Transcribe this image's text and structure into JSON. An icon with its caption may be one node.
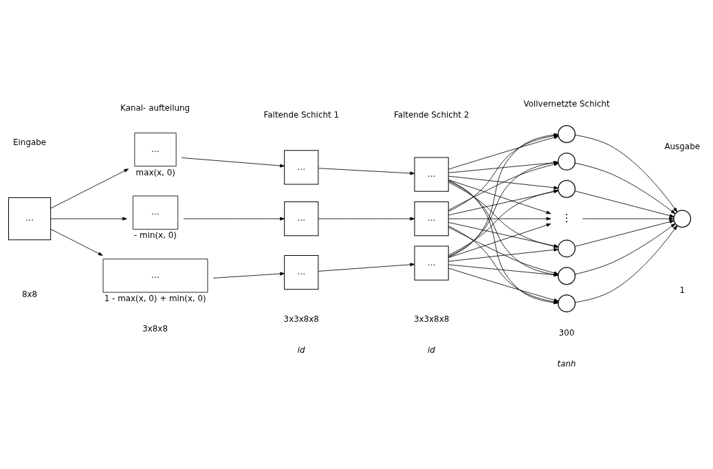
{
  "diagram": {
    "nodes": [
      {
        "text": [
          "…"
        ]
      },
      {
        "text": [
          "…"
        ],
        "beside": [
          "max(x, 0)"
        ]
      },
      {
        "text": [
          "…"
        ],
        "beside": [
          "- min(x, 0)"
        ]
      },
      {
        "text": [
          "…"
        ],
        "beside": [
          "1 - max(x, 0) + min(x, 0)"
        ]
      },
      {
        "text": [
          "…"
        ]
      },
      {
        "text": [
          "…"
        ]
      },
      {
        "text": [
          "…"
        ]
      },
      {
        "text": [
          "…"
        ]
      },
      {
        "text": [
          "…"
        ]
      },
      {
        "text": [
          "…"
        ]
      },
      {
        "text": [],
        "shape": "circle"
      },
      {
        "text": [],
        "shape": "circle"
      },
      {
        "text": [],
        "shape": "circle"
      },
      {
        "text": [
          "⋮"
        ]
      },
      {
        "text": [],
        "shape": "circle"
      },
      {
        "text": [],
        "shape": "circle"
      },
      {
        "text": [],
        "shape": "circle"
      },
      {
        "text": [],
        "shape": "circle"
      }
    ],
    "edges": [
      {
        "from": 0,
        "to": 1,
        "arrow": "to"
      },
      {
        "from": 0,
        "to": 2,
        "arrow": "to"
      },
      {
        "from": 0,
        "to": 3,
        "arrow": "to"
      },
      {
        "from": 1,
        "to": 4,
        "arrow": "to"
      },
      {
        "from": 2,
        "to": 5,
        "arrow": "to"
      },
      {
        "from": 3,
        "to": 6,
        "arrow": "to"
      },
      {
        "from": 4,
        "to": 7,
        "arrow": "to"
      },
      {
        "from": 5,
        "to": 8,
        "arrow": "to"
      },
      {
        "from": 6,
        "to": 9,
        "arrow": "to"
      },
      {
        "from": 7,
        "to": 10,
        "arrow": "to"
      },
      {
        "from": 7,
        "to": 11,
        "arrow": "to"
      },
      {
        "from": 7,
        "to": 12,
        "arrow": "to"
      },
      {
        "from": 7,
        "to": 13,
        "arrow": "to"
      },
      {
        "from": 7,
        "to": 14,
        "arrow": "to"
      },
      {
        "from": 7,
        "to": 15,
        "arrow": "to"
      },
      {
        "from": 7,
        "to": 16,
        "arrow": "to"
      },
      {
        "from": 8,
        "to": 10,
        "arrow": "to"
      },
      {
        "from": 8,
        "to": 11,
        "arrow": "to"
      },
      {
        "from": 8,
        "to": 12,
        "arrow": "to"
      },
      {
        "from": 8,
        "to": 13,
        "arrow": "to"
      },
      {
        "from": 8,
        "to": 14,
        "arrow": "to"
      },
      {
        "from": 8,
        "to": 15,
        "arrow": "to"
      },
      {
        "from": 8,
        "to": 16,
        "arrow": "to"
      },
      {
        "from": 9,
        "to": 10,
        "arrow": "to"
      },
      {
        "from": 9,
        "to": 11,
        "arrow": "to"
      },
      {
        "from": 9,
        "to": 12,
        "arrow": "to"
      },
      {
        "from": 9,
        "to": 13,
        "arrow": "to"
      },
      {
        "from": 9,
        "to": 14,
        "arrow": "to"
      },
      {
        "from": 9,
        "to": 15,
        "arrow": "to"
      },
      {
        "from": 9,
        "to": 16,
        "arrow": "to"
      },
      {
        "from": 10,
        "to": 17,
        "arrow": "to"
      },
      {
        "from": 11,
        "to": 17,
        "arrow": "to"
      },
      {
        "from": 12,
        "to": 17,
        "arrow": "to"
      },
      {
        "from": 13,
        "to": 17,
        "arrow": "to"
      },
      {
        "from": 14,
        "to": 17,
        "arrow": "to"
      },
      {
        "from": 15,
        "to": 17,
        "arrow": "to"
      },
      {
        "from": 16,
        "to": 17,
        "arrow": "to"
      }
    ],
    "labels": [
      "Eingabe",
      "Kanal- aufteilung",
      "Faltende Schicht 1",
      "Faltende Schicht 2",
      "Vollvernetzte Schicht",
      "Ausgabe",
      "8x8",
      "3x8x8",
      "3x3x8x8",
      "3x3x8x8",
      "300",
      "1",
      "id",
      "id",
      "tanh"
    ]
  }
}
